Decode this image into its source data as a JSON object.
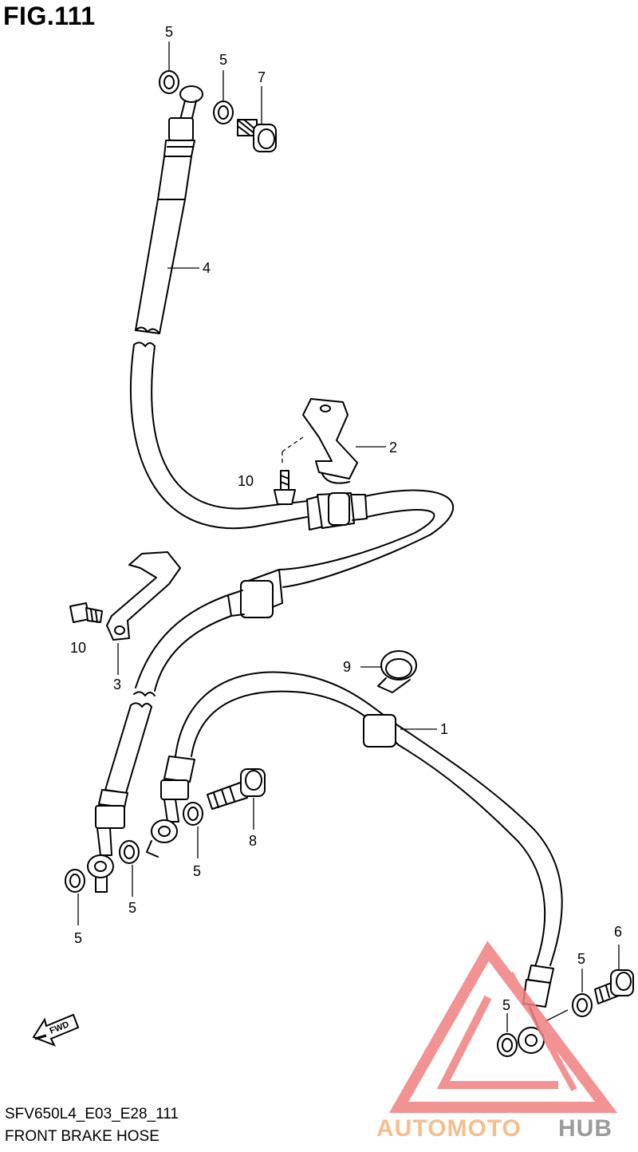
{
  "figure": {
    "title": "FIG.111"
  },
  "footer": {
    "code": "SFV650L4_E03_E28_111",
    "name": "FRONT BRAKE HOSE"
  },
  "callouts": [
    {
      "id": "c5a",
      "label": "5"
    },
    {
      "id": "c5b",
      "label": "5"
    },
    {
      "id": "c7",
      "label": "7"
    },
    {
      "id": "c4",
      "label": "4"
    },
    {
      "id": "c2",
      "label": "2"
    },
    {
      "id": "c10a",
      "label": "10"
    },
    {
      "id": "c10b",
      "label": "10"
    },
    {
      "id": "c3",
      "label": "3"
    },
    {
      "id": "c9",
      "label": "9"
    },
    {
      "id": "c1",
      "label": "1"
    },
    {
      "id": "c8",
      "label": "8"
    },
    {
      "id": "c5c",
      "label": "5"
    },
    {
      "id": "c5d",
      "label": "5"
    },
    {
      "id": "c5e",
      "label": "5"
    },
    {
      "id": "c6",
      "label": "6"
    },
    {
      "id": "c5f",
      "label": "5"
    },
    {
      "id": "c5g",
      "label": "5"
    }
  ],
  "fwd_label": "FWD",
  "watermark": {
    "part1": "AUTOMOTO",
    "part2": "HUB",
    "color1": "#f5b27a",
    "color2": "#8a8a8a",
    "logo_color": "#f08080"
  }
}
